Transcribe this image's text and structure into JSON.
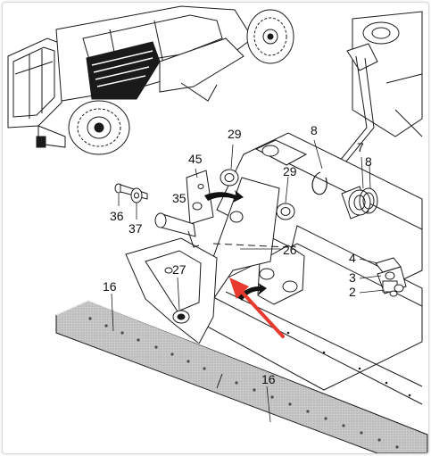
{
  "callouts": [
    {
      "id": "c29a",
      "text": "29"
    },
    {
      "id": "c8a",
      "text": "8"
    },
    {
      "id": "c7",
      "text": "7"
    },
    {
      "id": "c8b",
      "text": "8"
    },
    {
      "id": "c45",
      "text": "45"
    },
    {
      "id": "c29b",
      "text": "29"
    },
    {
      "id": "c35",
      "text": "35"
    },
    {
      "id": "c36",
      "text": "36"
    },
    {
      "id": "c37",
      "text": "37"
    },
    {
      "id": "c26",
      "text": "26"
    },
    {
      "id": "c4",
      "text": "4"
    },
    {
      "id": "c27",
      "text": "27"
    },
    {
      "id": "c3",
      "text": "3"
    },
    {
      "id": "c16a",
      "text": "16"
    },
    {
      "id": "c2",
      "text": "2"
    },
    {
      "id": "c16b",
      "text": "16"
    }
  ],
  "colors": {
    "line": "#1a1a1a",
    "pointer_arrow": "#e83a2e",
    "blade_fill": "#cfcfcf",
    "black_arrow": "#111111"
  }
}
